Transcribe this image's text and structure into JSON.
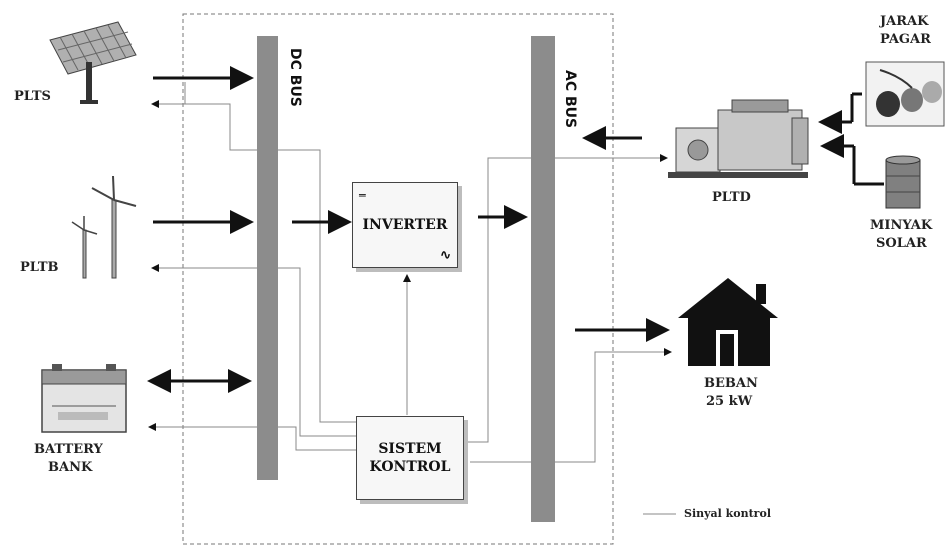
{
  "diagram": {
    "dc_bus_label": "DC BUS",
    "ac_bus_label": "AC BUS",
    "inverter_label": "INVERTER",
    "control_label_line1": "SISTEM",
    "control_label_line2": "KONTROL",
    "plts_label": "PLTS",
    "pltb_label": "PLTB",
    "battery_line1": "BATTERY",
    "battery_line2": "BANK",
    "pltd_label": "PLTD",
    "jarak_line1": "JARAK",
    "jarak_line2": "PAGAR",
    "minyak_line1": "MINYAK",
    "minyak_line2": "SOLAR",
    "beban_line1": "BEBAN",
    "beban_line2": "25 kW",
    "legend_label": "Sinyal kontrol"
  }
}
